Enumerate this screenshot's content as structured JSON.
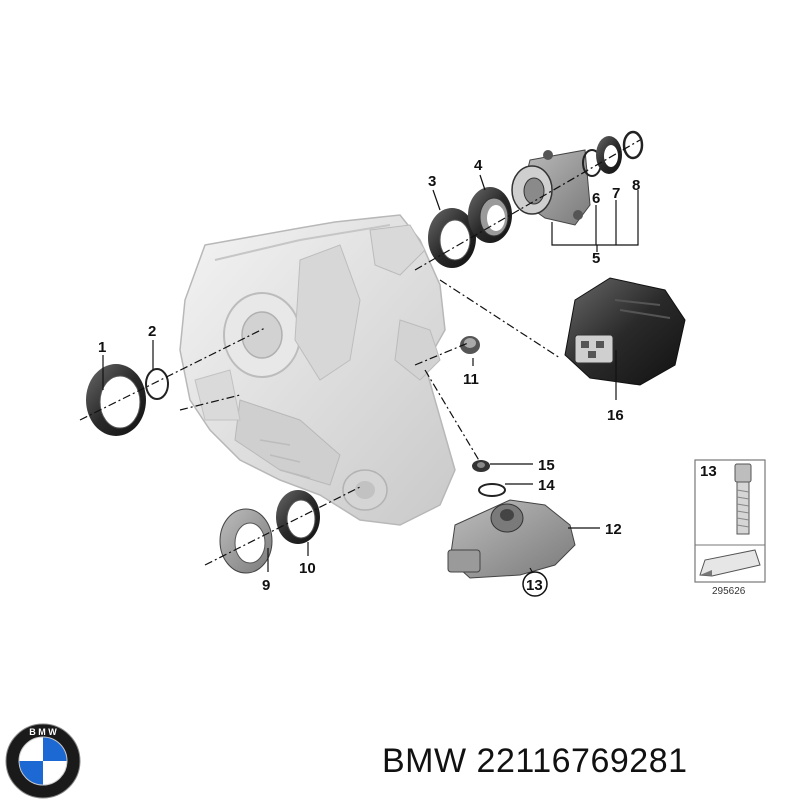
{
  "callouts": {
    "c1": "1",
    "c2": "2",
    "c3": "3",
    "c4": "4",
    "c5": "5",
    "c6": "6",
    "c7": "7",
    "c8": "8",
    "c9": "9",
    "c10": "10",
    "c11": "11",
    "c12": "12",
    "c13": "13",
    "c14": "14",
    "c15": "15",
    "c16": "16"
  },
  "inset": {
    "label": "13",
    "ref_number": "295626"
  },
  "footer": {
    "brand": "BMW",
    "part_number": "22116769281",
    "text": "BMW 22116769281"
  },
  "logo": {
    "text": "BMW",
    "colors": {
      "blue": "#1c69d4",
      "ring": "#111111",
      "white": "#ffffff"
    }
  }
}
